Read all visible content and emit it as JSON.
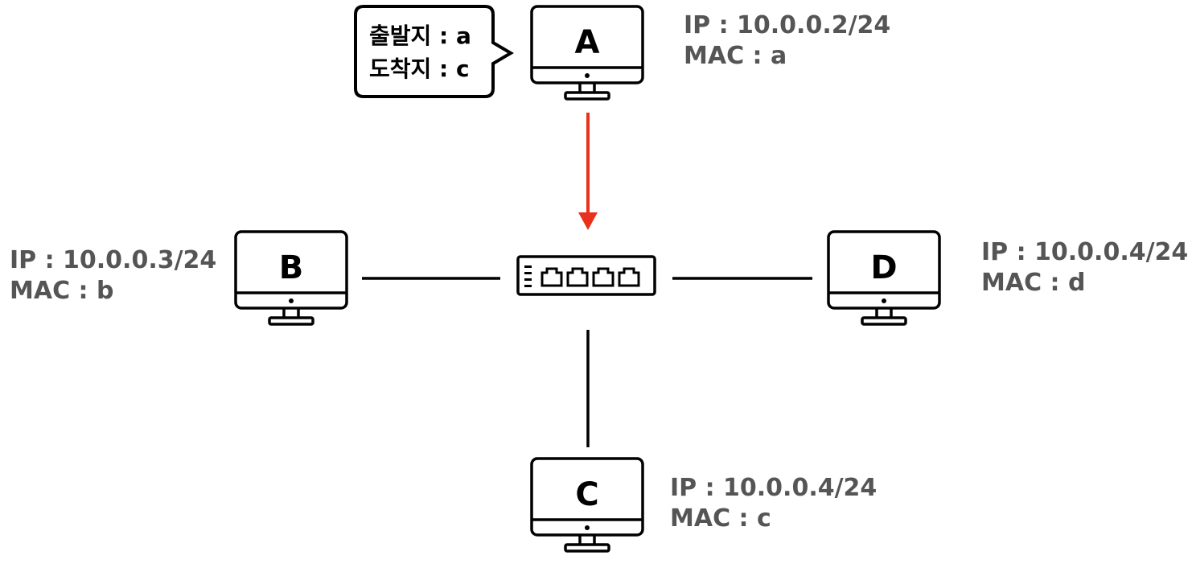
{
  "bubble": {
    "line1": "출발지 : a",
    "line2": "도착지 : c"
  },
  "hosts": {
    "a": {
      "label": "A",
      "ip": "IP : 10.0.0.2/24",
      "mac": "MAC : a"
    },
    "b": {
      "label": "B",
      "ip": "IP : 10.0.0.3/24",
      "mac": "MAC : b"
    },
    "c": {
      "label": "C",
      "ip": "IP : 10.0.0.4/24",
      "mac": "MAC : c"
    },
    "d": {
      "label": "D",
      "ip": "IP : 10.0.0.4/24",
      "mac": "MAC : d"
    }
  },
  "icons": {
    "computer": "monitor-icon",
    "switch": "network-switch-icon"
  },
  "colors": {
    "arrow": "#e8321e",
    "info_text": "#555555",
    "line": "#000000"
  }
}
